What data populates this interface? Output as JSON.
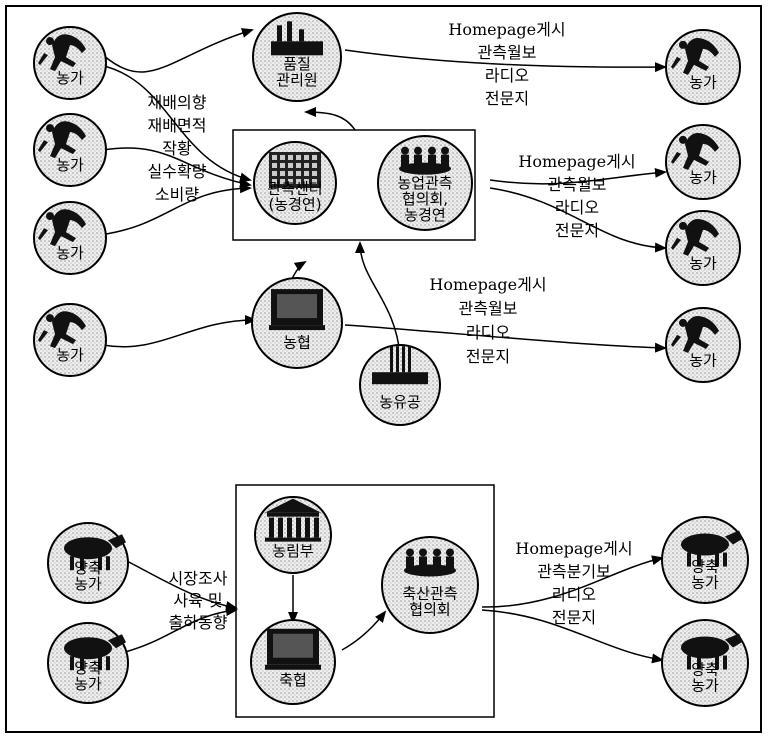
{
  "nodes": {
    "farm": "농가",
    "quality": "품질\n관리원",
    "outlook_center": "관측센터\n(농경연)",
    "outlook_council": "농업관측\n협의회,\n농경연",
    "nonghyup": "농협",
    "dairy": "농유공",
    "mafra": "농림부",
    "livestock_coop": "축협",
    "livestock_council": "축산관측\n협의회",
    "livestock_farm": "양축\n농가"
  },
  "labels": {
    "survey_crop": [
      "재배의향",
      "재배면적",
      "작황",
      "실수확량",
      "소비량"
    ],
    "survey_livestock": [
      "시장조사",
      "사육 및",
      "출하동향"
    ],
    "dissemination_1": [
      "Homepage게시",
      "관측월보",
      "라디오",
      "전문지"
    ],
    "dissemination_2": [
      "Homepage게시",
      "관측월보",
      "라디오",
      "전문지"
    ],
    "dissemination_3": [
      "Homepage게시",
      "관측월보",
      "라디오",
      "전문지"
    ],
    "dissemination_4": [
      "Homepage게시",
      "관측분기보",
      "라디오",
      "전문지"
    ]
  },
  "colors": {
    "line": "#000000",
    "node_fill": "#e6e6e6",
    "icon": "#111111"
  }
}
